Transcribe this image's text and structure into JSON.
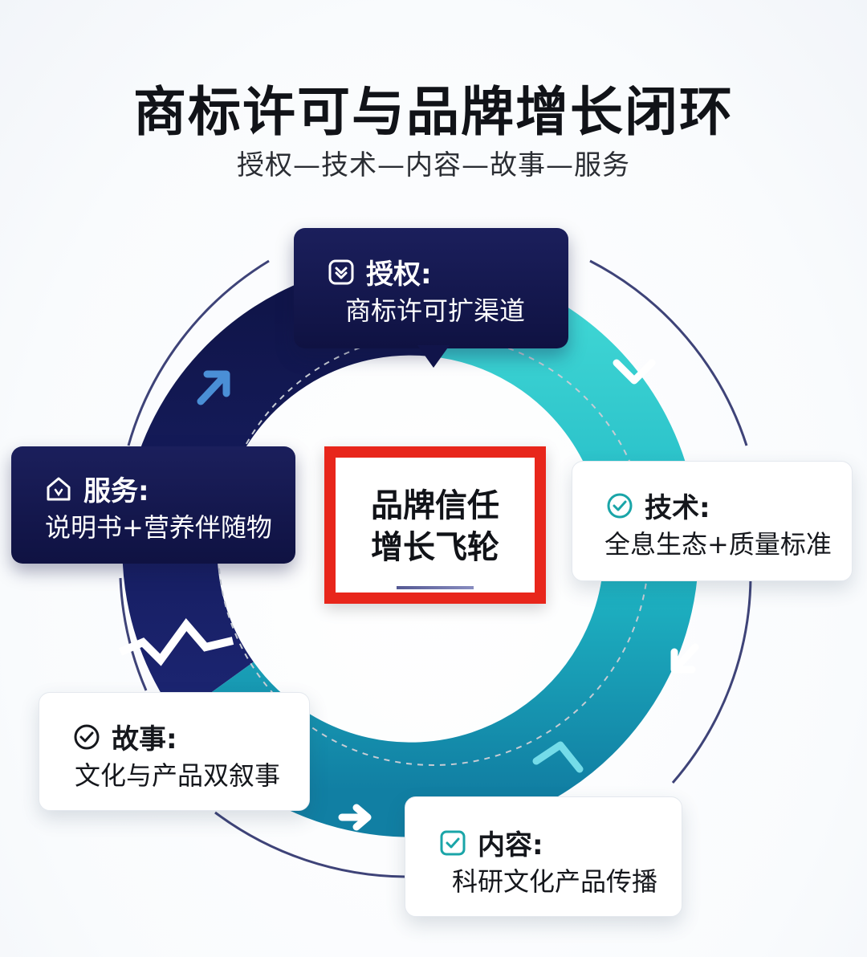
{
  "title": "商标许可与品牌增长闭环",
  "subtitle": "授权—技术—内容—故事—服务",
  "center": {
    "line1": "品牌信任",
    "line2": "增长飞轮"
  },
  "steps": [
    {
      "id": "license",
      "label": "授权:",
      "text": "商标许可扩渠道",
      "icon": "chevron-down-square-icon",
      "style": "dark"
    },
    {
      "id": "tech",
      "label": "技术:",
      "text": "全息生态+质量标准",
      "icon": "check-circle-icon",
      "style": "light"
    },
    {
      "id": "content",
      "label": "内容:",
      "text": "科研文化产品传播",
      "icon": "check-square-icon",
      "style": "light"
    },
    {
      "id": "story",
      "label": "故事:",
      "text": "文化与产品双叙事",
      "icon": "check-circle-icon",
      "style": "light"
    },
    {
      "id": "service",
      "label": "服务:",
      "text": "说明书+营养伴随物",
      "icon": "house-icon",
      "style": "dark"
    }
  ],
  "colors": {
    "navy": "#141852",
    "teal": "#22c3c6",
    "accent_red": "#e8261b"
  }
}
